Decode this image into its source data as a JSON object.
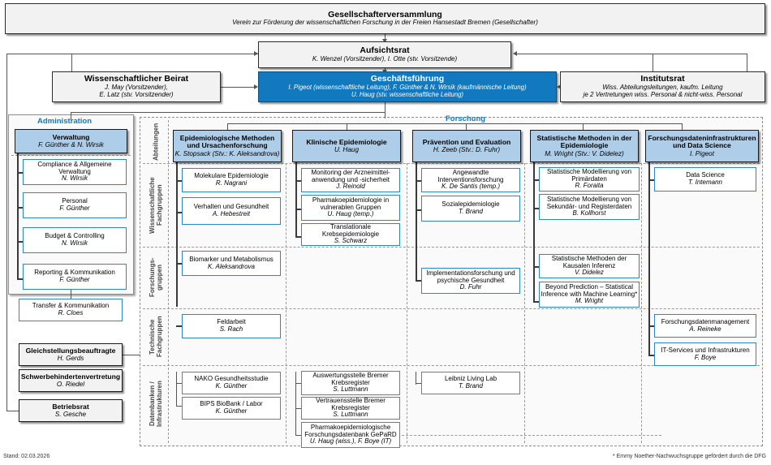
{
  "governance": {
    "assembly": {
      "title": "Gesellschafterversammlung",
      "subtitle": "Verein zur Förderung der wissenschaftlichen Forschung in der Freien Hansestadt Bremen (Gesellschafter)"
    },
    "supervisory_board": {
      "title": "Aufsichtsrat",
      "subtitle": "K. Wenzel (Vorsitzender), I. Otte (stv. Vorsitzende)"
    },
    "scientific_advisory": {
      "title": "Wissenschaftlicher Beirat",
      "line1": "J. May (Vorsitzender),",
      "line2": "E. Latz (stv. Vorsitzender)"
    },
    "management": {
      "title": "Geschäftsführung",
      "line1": "I. Pigeot (wissenschaftliche Leitung), F. Günther & N. Wirsik (kaufmännische Leitung)",
      "line2": "U. Haug (stv. wissenschaftliche Leitung)"
    },
    "institute_council": {
      "title": "Institutsrat",
      "line1": "Wiss. Abteilungsleitungen, kaufm. Leitung",
      "line2": "je 2 Vertretungen wiss. Personal & nicht-wiss. Personal"
    }
  },
  "administration": {
    "caption": "Administration",
    "head": {
      "title": "Verwaltung",
      "subtitle": "F. Günther & N. Wirsik"
    },
    "units": [
      {
        "title": "Compliance & Allgemeine Verwaltung",
        "subtitle": "N. Wirsik"
      },
      {
        "title": "Personal",
        "subtitle": "F. Günther"
      },
      {
        "title": "Budget & Controlling",
        "subtitle": "N. Wirsik"
      },
      {
        "title": "Reporting & Kommunikation",
        "subtitle": "F. Günther"
      }
    ],
    "transfer": {
      "title": "Transfer & Kommunikation",
      "subtitle": "R. Cloes"
    },
    "committees": [
      {
        "title": "Gleichstellungsbeauftragte",
        "subtitle": "H. Gerds"
      },
      {
        "title": "Schwerbehindertenvertretung",
        "subtitle": "O. Riedel"
      },
      {
        "title": "Betriebsrat",
        "subtitle": "S. Gesche"
      }
    ]
  },
  "research": {
    "caption": "Forschung",
    "row_labels": [
      "Abteilungen",
      "Wissenschaftliche Fachgruppen",
      "Forschungs-\ngruppen",
      "Technische Fachgruppen",
      "Datenbanken /\nInfrastrukturen"
    ],
    "departments": [
      {
        "title": "Epidemiologische Methoden und Ursachenforschung",
        "subtitle": "K. Stopsack (Stv.: K. Aleksandrova)",
        "scientific_groups": [
          {
            "title": "Molekulare Epidemiologie",
            "subtitle": "R. Nagrani"
          },
          {
            "title": "Verhalten und Gesundheit",
            "subtitle": "A. Hebestreit"
          }
        ],
        "research_groups": [
          {
            "title": "Biomarker und Metabolismus",
            "subtitle": "K. Aleksandrova"
          }
        ],
        "technical_groups": [
          {
            "title": "Feldarbeit",
            "subtitle": "S. Rach"
          }
        ],
        "databases": [
          {
            "title": "NAKO Gesundheitsstudie",
            "subtitle": "K. Günther"
          },
          {
            "title": "BIPS BioBank / Labor",
            "subtitle": "K. Günther"
          }
        ]
      },
      {
        "title": "Klinische Epidemiologie",
        "subtitle": "U. Haug",
        "scientific_groups": [
          {
            "title": "Monitoring der Arzneimittel-anwendung und -sicherheit",
            "subtitle": "J. Reinold"
          },
          {
            "title": "Pharmakoepidemiologie in vulnerablen Gruppen",
            "subtitle": "U. Haug (temp.)"
          },
          {
            "title": "Translationale Krebsepidemiologie",
            "subtitle": "S. Schwarz"
          }
        ],
        "research_groups": [],
        "technical_groups": [],
        "databases": [
          {
            "title": "Auswertungsstelle Bremer Krebsregister",
            "subtitle": "S. Luttmann"
          },
          {
            "title": "Vertrauensstelle Bremer Krebsregister",
            "subtitle": "S. Luttmann"
          },
          {
            "title": "Pharmakoepidemiologische Forschungsdatenbank GePaRD",
            "subtitle": "U. Haug (wiss.), F. Boye (IT)"
          }
        ]
      },
      {
        "title": "Prävention und Evaluation",
        "subtitle": "H. Zeeb (Stv.: D. Fuhr)",
        "scientific_groups": [
          {
            "title": "Angewandte Interventionsforschung",
            "subtitle": "K. De Santis (temp.)"
          },
          {
            "title": "Sozialepidemiologie",
            "subtitle": "T. Brand"
          }
        ],
        "research_groups": [
          {
            "title": "Implementationsforschung und psychische Gesundheit",
            "subtitle": "D. Fuhr"
          }
        ],
        "technical_groups": [],
        "databases": [
          {
            "title": "Leibniz Living Lab",
            "subtitle": "T. Brand"
          }
        ]
      },
      {
        "title": "Statistische Methoden in der Epidemiologie",
        "subtitle": "M. Wright (Stv.: V. Didelez)",
        "scientific_groups": [
          {
            "title": "Statistische Modellierung von Primärdaten",
            "subtitle": "R. Foraita"
          },
          {
            "title": "Statistische Modellierung von Sekundär- und Registerdaten",
            "subtitle": "B. Kollhorst"
          }
        ],
        "research_groups": [
          {
            "title": "Statistische Methoden der Kausalen Inferenz",
            "subtitle": "V. Didelez"
          },
          {
            "title": "Beyond Prediction – Statistical Inference with Machine Learning*",
            "subtitle": "M. Wright"
          }
        ],
        "technical_groups": [],
        "databases": []
      },
      {
        "title": "Forschungsdateninfrastrukturen und Data Science",
        "subtitle": "I. Pigeot",
        "scientific_groups": [
          {
            "title": "Data Science",
            "subtitle": "T. Intemann"
          }
        ],
        "research_groups": [],
        "technical_groups": [
          {
            "title": "Forschungsdatenmanagement",
            "subtitle": "A. Reineke"
          },
          {
            "title": "IT-Services und Infrastrukturen",
            "subtitle": "F. Boye"
          }
        ],
        "databases": []
      }
    ]
  },
  "footer": {
    "left": "Stand: 02.03.2026",
    "right": "* Emmy Noether-Nachwuchsgruppe gefördert durch die DFG"
  },
  "colors": {
    "accent_blue": "#1379be",
    "dept_fill": "#aecde8",
    "panel_fill": "#fafafa",
    "gov_fill": "#f2f2f2"
  }
}
